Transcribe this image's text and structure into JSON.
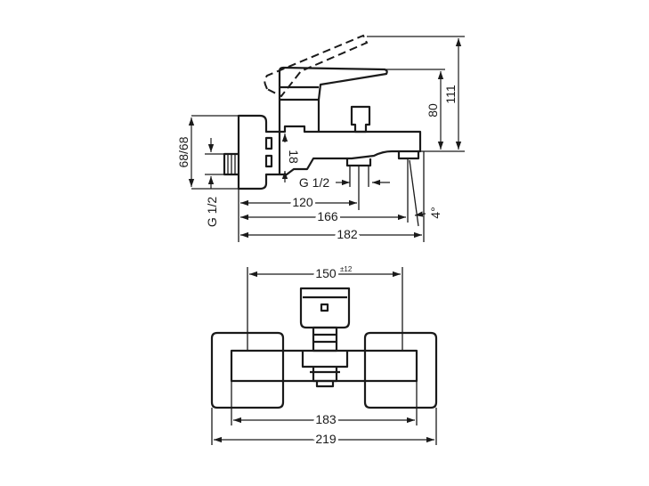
{
  "side_view": {
    "dim_120": "120",
    "dim_166": "166",
    "dim_182": "182",
    "dim_80": "80",
    "dim_111": "111",
    "dim_68": "68/68",
    "dim_18": "18",
    "thread_outlet": "G 1/2",
    "thread_inlet": "G 1/2",
    "angle": "4°"
  },
  "front_view": {
    "dim_150": "150",
    "tolerance_150": "±12",
    "dim_183": "183",
    "dim_219": "219"
  },
  "colors": {
    "line": "#1a1a1a",
    "background": "#ffffff"
  }
}
